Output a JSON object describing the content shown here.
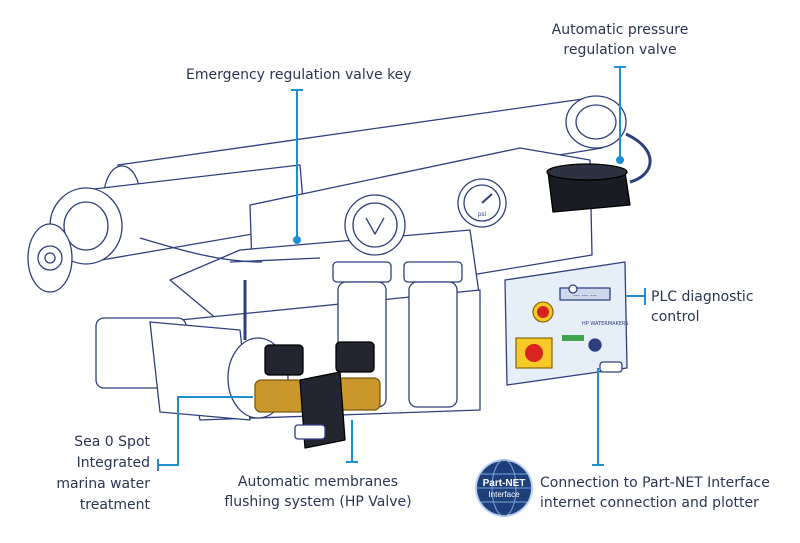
{
  "callouts": {
    "pressure_valve": {
      "line1": "Automatic pressure",
      "line2": "regulation valve"
    },
    "emergency_key": {
      "text": "Emergency regulation valve key"
    },
    "plc": {
      "line1": "PLC diagnostic",
      "line2": "control"
    },
    "sea_spot": {
      "line1": "Sea 0 Spot",
      "line2": "Integrated",
      "line3": "marina water",
      "line4": "treatment"
    },
    "membranes": {
      "line1": "Automatic membranes",
      "line2": "flushing system (HP Valve)"
    },
    "partnet": {
      "line1": "Connection to Part-NET Interface",
      "line2": "internet connection and plotter"
    }
  },
  "logo": {
    "line1": "Part-NET",
    "line2": "Interface"
  },
  "panel": {
    "display": "---  ---  ---",
    "brand": "HP WATERMAKERS"
  },
  "gauge": {
    "text": "psi"
  },
  "colors": {
    "callout": "#1d8fd1",
    "outline": "#2f3f7e",
    "panel": "#e6eef8",
    "red": "#d9231f",
    "yellow": "#f4c928",
    "brass": "#c9972c"
  }
}
